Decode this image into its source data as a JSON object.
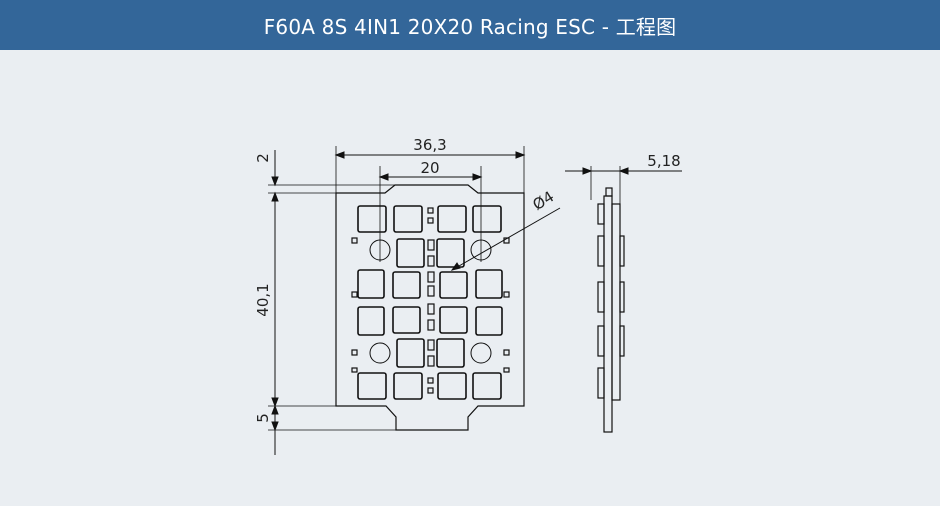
{
  "header": {
    "title": "F60A 8S 4IN1 20X20 Racing ESC - 工程图"
  },
  "dimensions": {
    "overall_width": "36,3",
    "hole_spacing": "20",
    "top_gap": "2",
    "body_height": "40,1",
    "bottom_tab": "5",
    "hole_diameter": "Ø4",
    "side_thickness": "5,18"
  },
  "colors": {
    "header_bg": "#336699",
    "page_bg": "#eaeef2",
    "line": "#111111"
  }
}
